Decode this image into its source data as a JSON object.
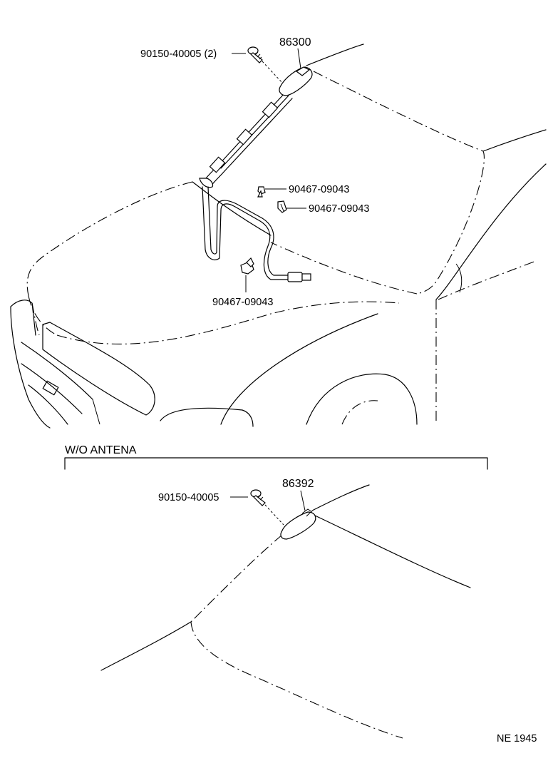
{
  "callouts": {
    "upper_screw": "90150-40005 (2)",
    "upper_antenna": "86300",
    "clamp_a": "90467-09043",
    "clamp_b": "90467-09043",
    "clamp_c": "90467-09043",
    "lower_screw": "90150-40005",
    "lower_cover": "86392"
  },
  "section_header": "W/O ANTENA",
  "figure_code": "NE 1945"
}
